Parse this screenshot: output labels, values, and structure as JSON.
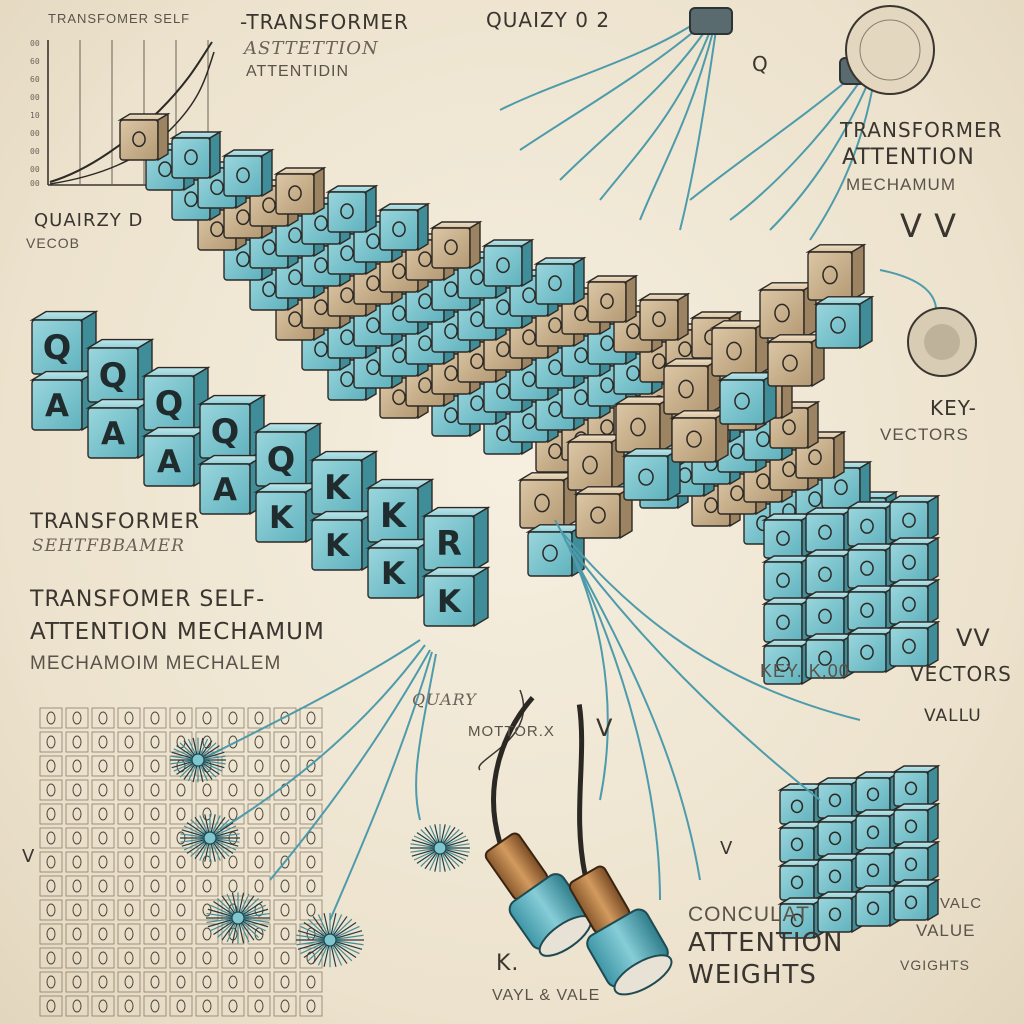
{
  "labels": {
    "top_small": "TRANSFOMER SELF",
    "top_title_1": "-TRANSFORMER",
    "top_title_2": "ASTTETTION",
    "top_title_3": "ATTENTIDIN",
    "top_center": "QUAIZY 0 2",
    "q_label": "Q",
    "right_title_1": "TRANSFORMER",
    "right_title_2": "ATTENTION",
    "right_title_3": "MECHAMUM",
    "v_top": "V V",
    "key_1": "KEY-",
    "key_2": "VECTORS",
    "left_q_1": "QUAIRZY D",
    "left_q_2": "VECOB",
    "left_mid_1": "TRANSFORMER",
    "left_mid_2": "SEHTFBBAMER",
    "left_big_1": "TRANSFOMER SELF-",
    "left_big_2": "ATTENTION MECHAMUM",
    "left_big_3": "MECHAMOIM  MECHALEM",
    "vv": "VV",
    "key_k": "KEY. K,00",
    "vectors": "VECTORS",
    "quary": "QUARY",
    "mottorx": "MOTTOR.X",
    "v_mid": "V",
    "vallu": "VALLU",
    "v_left": "V",
    "v_lower": "V",
    "concul_1": "CONCULAT",
    "concul_2": "ATTENTION",
    "concul_3": "WEIGHTS",
    "k_label": "K.",
    "vayl": "VAYL & VALE",
    "value_1": "VALC",
    "value_2": "VALUE",
    "value_3": "VGIGHTS"
  },
  "key_letters_top": [
    "Q",
    "Q",
    "Q",
    "Q",
    "Q",
    "K",
    "K",
    "R"
  ],
  "key_letters_bottom": [
    "A",
    "A",
    "A",
    "A",
    "K",
    "K",
    "K",
    "K"
  ],
  "colors": {
    "paper": "#efe7d6",
    "teal": "#7fc6cf",
    "teal_dark": "#3f8d99",
    "wood": "#d9c3a3",
    "wood_dark": "#a98f6b",
    "ink": "#3a352f",
    "wire": "#4d9bab"
  }
}
